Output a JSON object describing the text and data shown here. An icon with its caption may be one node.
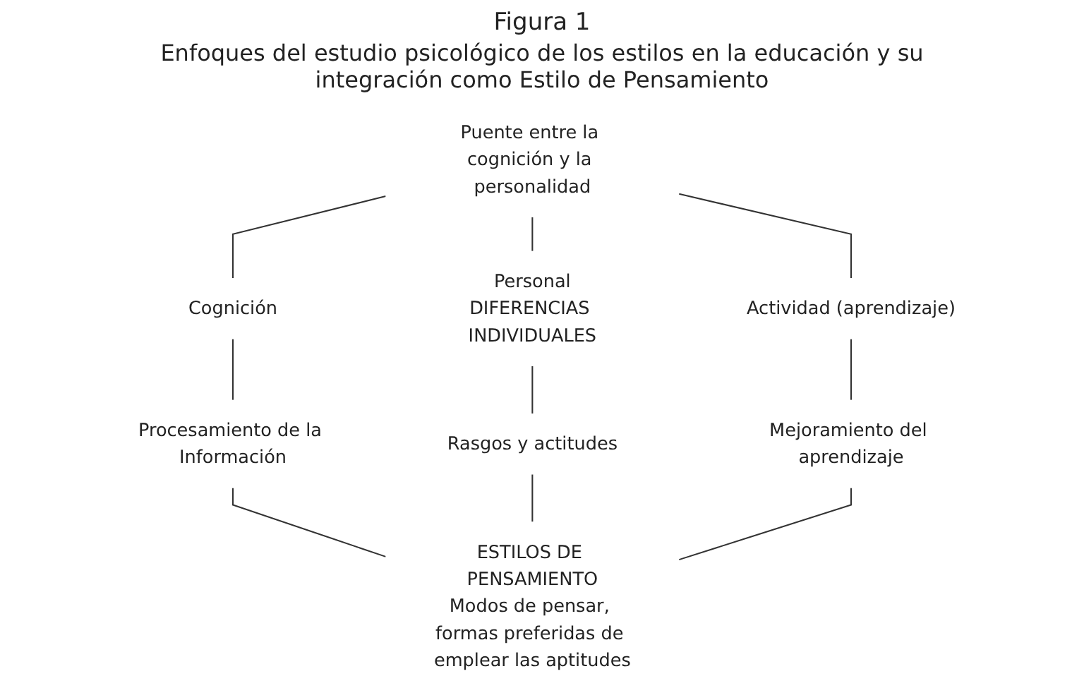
{
  "diagram": {
    "title": "Figura 1",
    "nodes": [
      {
        "text": [
          "Puente entre la cognición y la personalidad"
        ]
      },
      {
        "text": [
          "Cognición"
        ]
      },
      {
        "text": [
          "Personal",
          "DIFERENCIAS INDIVIDUALES"
        ]
      },
      {
        "text": [
          "Actividad (aprendizaje)"
        ]
      },
      {
        "text": [
          "Procesamiento de la Información"
        ]
      },
      {
        "text": [
          "Rasgos y actitudes"
        ]
      },
      {
        "text": [
          "Mejoramiento del aprendizaje"
        ]
      },
      {
        "text": [
          "ESTILOS DE PENSAMIENTO",
          "Modos de pensar, formas preferidas de emplear las aptitudes"
        ]
      }
    ],
    "edges": [
      {
        "from": 0,
        "to": 1,
        "arrow": "none"
      },
      {
        "from": 0,
        "to": 2,
        "arrow": "none"
      },
      {
        "from": 0,
        "to": 3,
        "arrow": "none"
      },
      {
        "from": 1,
        "to": 4,
        "arrow": "none"
      },
      {
        "from": 2,
        "to": 5,
        "arrow": "none"
      },
      {
        "from": 3,
        "to": 6,
        "arrow": "none"
      },
      {
        "from": 4,
        "to": 7,
        "arrow": "none"
      },
      {
        "from": 5,
        "to": 7,
        "arrow": "none"
      },
      {
        "from": 6,
        "to": 7,
        "arrow": "none"
      }
    ],
    "labels": [
      "Enfoques del estudio psicológico de los estilos en la educación y su integración como Estilo de Pensamiento"
    ]
  }
}
